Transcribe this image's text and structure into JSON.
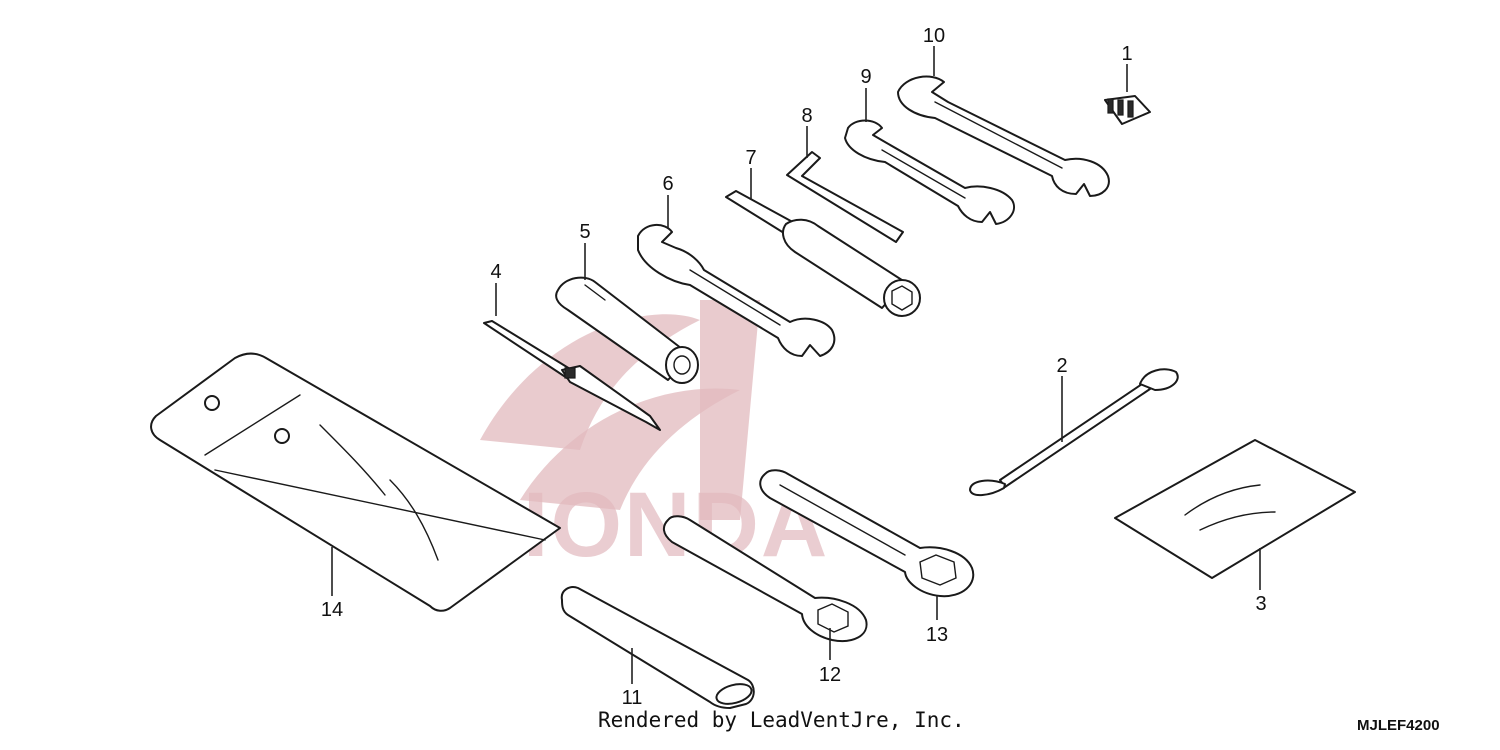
{
  "diagram": {
    "callouts": [
      "1",
      "2",
      "3",
      "4",
      "5",
      "6",
      "7",
      "8",
      "9",
      "10",
      "11",
      "12",
      "13",
      "14"
    ],
    "watermark_text": "HONDA",
    "credit": "Rendered by LeadVentJre, Inc.",
    "diagram_code": "MJLEF4200"
  }
}
